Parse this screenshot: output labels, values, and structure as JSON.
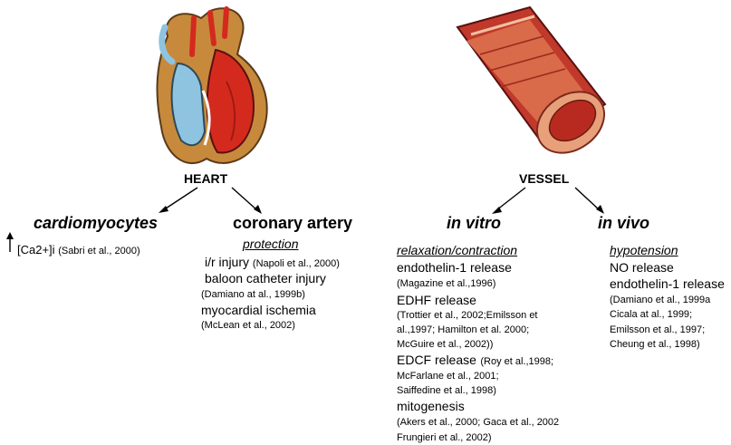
{
  "heart": {
    "title": "HEART",
    "cardiomyocytes": {
      "label": "cardiomyocytes",
      "ca_text": "[Ca2+]i",
      "ca_ref": "(Sabri et al., 2000)"
    },
    "coronary": {
      "label": "coronary artery",
      "subheading": "protection",
      "items": [
        {
          "text": "i/r injury",
          "ref": "(Napoli et al., 2000)"
        },
        {
          "text": "baloon catheter injury",
          "ref": "(Damiano at al., 1999b)"
        },
        {
          "text": "myocardial ischemia",
          "ref": "(McLean et al., 2002)"
        }
      ]
    }
  },
  "vessel": {
    "title": "VESSEL",
    "in_vitro": {
      "label": "in vitro",
      "subheading": "relaxation/contraction",
      "lines": [
        "endothelin-1 release",
        "(Magazine et al.,1996)",
        "EDHF release",
        "(Trottier et al., 2002;Emilsson et",
        "al.,1997; Hamilton et al. 2000;",
        "McGuire et al., 2002))",
        "EDCF release",
        "(Roy et al.,1998;",
        "McFarlane et al., 2001;",
        "Saiffedine et al., 1998)",
        "mitogenesis",
        "(Akers et al., 2000; Gaca et al., 2002",
        "Frungieri et al., 2002)"
      ]
    },
    "in_vivo": {
      "label": "in vivo",
      "subheading": "hypotension",
      "lines": [
        "NO release",
        "endothelin-1 release",
        "(Damiano et al., 1999a",
        "Cicala at al., 1999;",
        "Emilsson et al., 1997;",
        "Cheung et al., 1998)"
      ]
    }
  },
  "colors": {
    "heart_red": "#d42a1e",
    "heart_blue": "#8fc4e0",
    "heart_brown": "#c78a3c",
    "vessel_red": "#c0392b",
    "vessel_inner": "#e8a07a"
  }
}
